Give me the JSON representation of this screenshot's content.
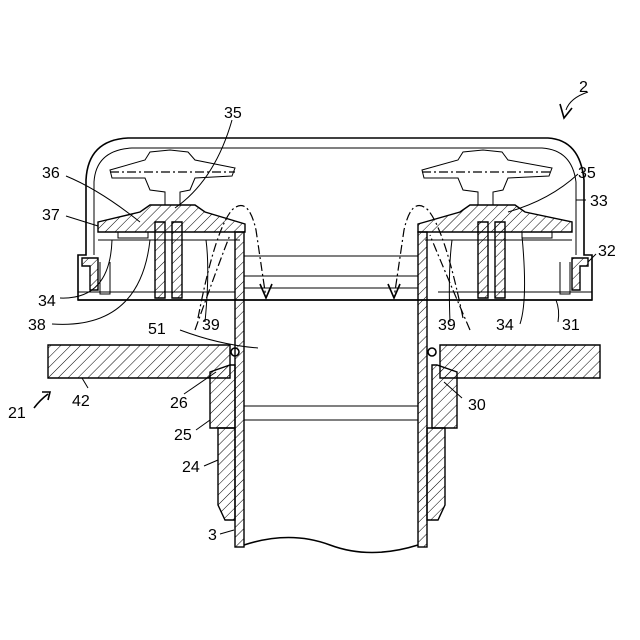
{
  "labels": {
    "l2": "2",
    "l35a": "35",
    "l35b": "35",
    "l36": "36",
    "l37": "37",
    "l33": "33",
    "l32": "32",
    "l34a": "34",
    "l34b": "34",
    "l38": "38",
    "l39a": "39",
    "l39b": "39",
    "l31": "31",
    "l51": "51",
    "l26": "26",
    "l30": "30",
    "l21": "21",
    "l42": "42",
    "l25": "25",
    "l24": "24",
    "l3": "3"
  }
}
